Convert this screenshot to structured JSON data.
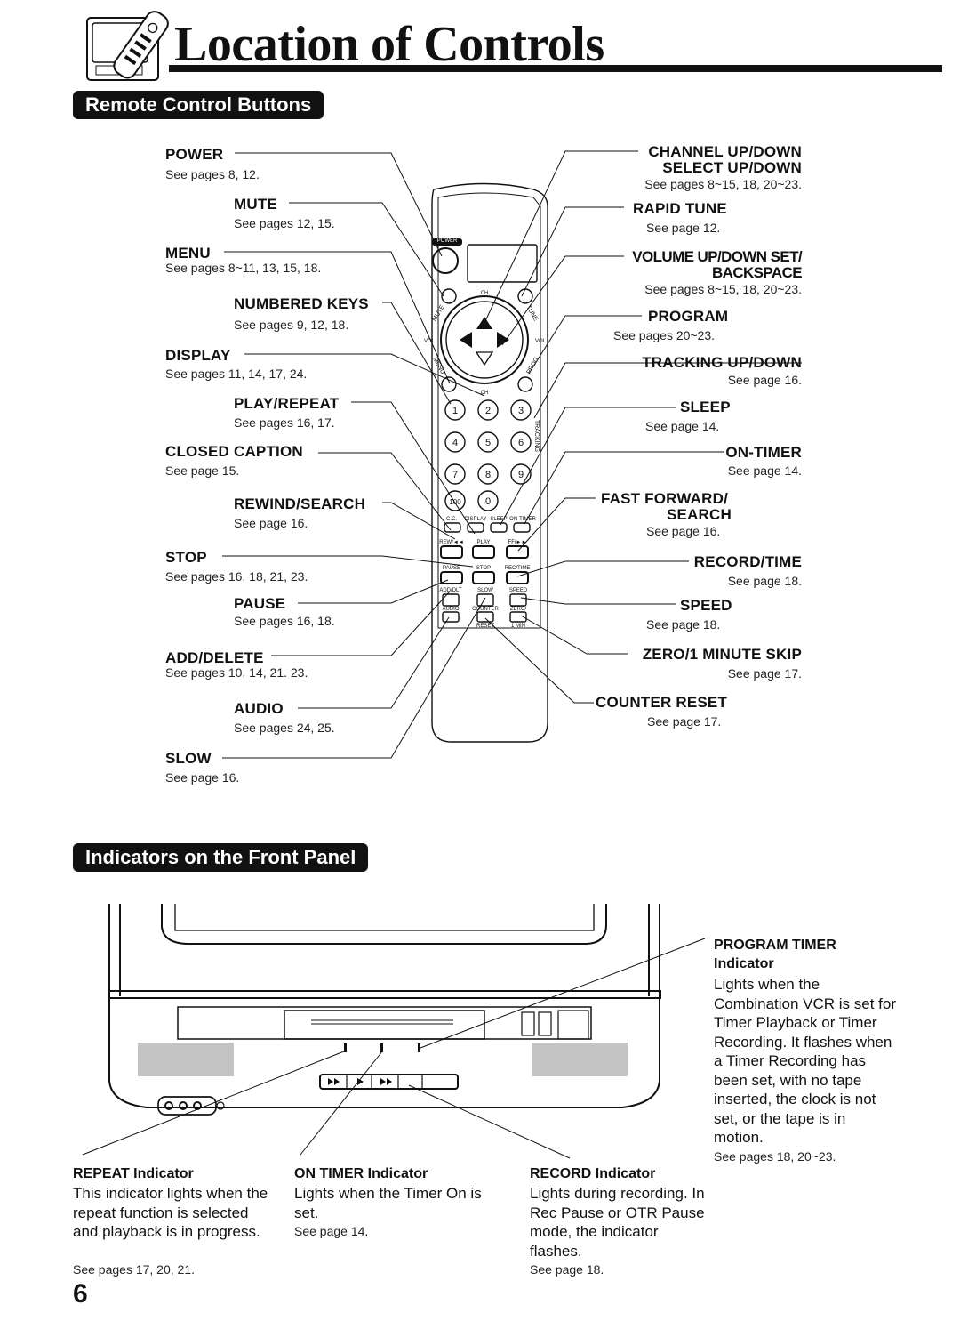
{
  "header": {
    "title": "Location of Controls"
  },
  "sections": {
    "remote": "Remote Control Buttons",
    "front": "Indicators on the Front Panel"
  },
  "remote_left": [
    {
      "label": "POWER",
      "pages": "See pages 8, 12."
    },
    {
      "label": "MUTE",
      "pages": "See pages 12, 15."
    },
    {
      "label": "MENU",
      "pages": "See pages 8~11, 13, 15, 18."
    },
    {
      "label": "NUMBERED KEYS",
      "pages": "See pages 9, 12, 18."
    },
    {
      "label": "DISPLAY",
      "pages": "See pages 11, 14, 17, 24."
    },
    {
      "label": "PLAY/REPEAT",
      "pages": "See pages 16, 17."
    },
    {
      "label": "CLOSED CAPTION",
      "pages": "See page 15."
    },
    {
      "label": "REWIND/SEARCH",
      "pages": "See page 16."
    },
    {
      "label": "STOP",
      "pages": "See pages 16, 18, 21, 23."
    },
    {
      "label": "PAUSE",
      "pages": "See pages 16, 18."
    },
    {
      "label": "ADD/DELETE",
      "pages": "See pages 10, 14, 21. 23."
    },
    {
      "label": "AUDIO",
      "pages": "See pages 24, 25."
    },
    {
      "label": "SLOW",
      "pages": "See page 16."
    }
  ],
  "remote_right": [
    {
      "label": "CHANNEL UP/DOWN",
      "label2": "SELECT UP/DOWN",
      "pages": "See pages 8~15, 18, 20~23."
    },
    {
      "label": "RAPID TUNE",
      "pages": "See page 12."
    },
    {
      "label": "VOLUME UP/DOWN SET/",
      "label2": "BACKSPACE",
      "pages": "See pages 8~15, 18, 20~23."
    },
    {
      "label": "PROGRAM",
      "pages": "See pages 20~23."
    },
    {
      "label": "TRACKING UP/DOWN",
      "pages": "See page 16."
    },
    {
      "label": "SLEEP",
      "pages": "See page 14."
    },
    {
      "label": "ON-TIMER",
      "pages": "See page 14."
    },
    {
      "label": "FAST FORWARD/",
      "label2": "SEARCH",
      "pages": "See page 16."
    },
    {
      "label": "RECORD/TIME",
      "pages": "See page 18."
    },
    {
      "label": "SPEED",
      "pages": "See page 18."
    },
    {
      "label": "ZERO/1 MINUTE SKIP",
      "pages": "See page 17."
    },
    {
      "label": "COUNTER RESET",
      "pages": "See page 17."
    }
  ],
  "remote_keys": {
    "power": "POWER",
    "ch": "CH",
    "vol": "VOL",
    "mute": "MUTE",
    "tune": "TUNE",
    "menu": "MENU",
    "prog": "PROG",
    "n1": "1",
    "n2": "2",
    "n3": "3",
    "n4": "4",
    "n5": "5",
    "n6": "6",
    "n7": "7",
    "n8": "8",
    "n9": "9",
    "n100": "100",
    "n0": "0",
    "tracking": "TRACKING",
    "cc": "C.C.",
    "display": "DISPLAY",
    "sleep": "SLEEP",
    "ontimer": "ON-TIMER",
    "rew": "REW/◄◄",
    "play": "PLAY",
    "ff": "FF/►►",
    "pause": "PAUSE",
    "stop": "STOP",
    "rectime": "REC/TIME",
    "adddlt": "ADD/DLT",
    "slow": "SLOW",
    "speed": "SPEED",
    "audio": "AUDIO",
    "counter": "COUNTER",
    "zero": "ZERO/",
    "reset": "RESET",
    "onemin": "1 MIN"
  },
  "front_indicators": {
    "program_timer": {
      "title": "PROGRAM TIMER",
      "subtitle": "Indicator",
      "desc": "Lights when the Combination VCR is set for Timer Playback or Timer Recording. It flashes when a Timer Recording has been set, with no tape inserted, the clock is not set, or the tape is in motion.",
      "pages": "See pages 18, 20~23."
    },
    "repeat": {
      "title": "REPEAT Indicator",
      "desc": "This indicator lights when the repeat function is selected and playback is in progress.",
      "pages": "See pages 17, 20, 21."
    },
    "on_timer": {
      "title": "ON TIMER Indicator",
      "desc": "Lights when the Timer On is set.",
      "pages": "See page 14."
    },
    "record": {
      "title": "RECORD Indicator",
      "desc": "Lights during recording. In Rec Pause or OTR Pause mode, the indicator flashes.",
      "pages": "See page 18."
    }
  },
  "page_number": "6"
}
